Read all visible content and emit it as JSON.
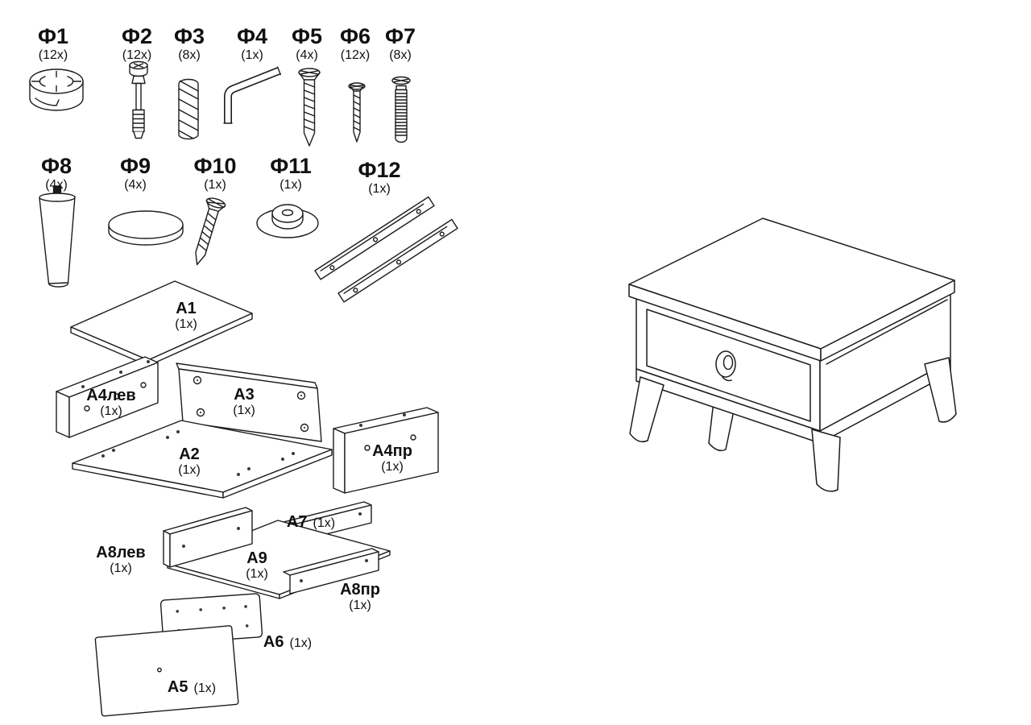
{
  "hardware": [
    {
      "code": "Ф1",
      "qty": "(12x)",
      "icon": "cam-lock-icon"
    },
    {
      "code": "Ф2",
      "qty": "(12x)",
      "icon": "cam-bolt-icon"
    },
    {
      "code": "Ф3",
      "qty": "(8x)",
      "icon": "wood-dowel-icon"
    },
    {
      "code": "Ф4",
      "qty": "(1x)",
      "icon": "hex-key-icon"
    },
    {
      "code": "Ф5",
      "qty": "(4x)",
      "icon": "large-screw-icon"
    },
    {
      "code": "Ф6",
      "qty": "(12x)",
      "icon": "small-screw-icon"
    },
    {
      "code": "Ф7",
      "qty": "(8x)",
      "icon": "confirmat-screw-icon"
    },
    {
      "code": "Ф8",
      "qty": "(4x)",
      "icon": "furniture-leg-icon"
    },
    {
      "code": "Ф9",
      "qty": "(4x)",
      "icon": "round-pad-icon"
    },
    {
      "code": "Ф10",
      "qty": "(1x)",
      "icon": "long-screw-icon"
    },
    {
      "code": "Ф11",
      "qty": "(1x)",
      "icon": "knob-handle-icon"
    },
    {
      "code": "Ф12",
      "qty": "(1x)",
      "icon": "drawer-slides-icon"
    }
  ],
  "panels": [
    {
      "code": "A1",
      "qty": "(1x)"
    },
    {
      "code": "A4лев",
      "qty": "(1x)"
    },
    {
      "code": "A3",
      "qty": "(1x)"
    },
    {
      "code": "A2",
      "qty": "(1x)"
    },
    {
      "code": "A4пр",
      "qty": "(1x)"
    },
    {
      "code": "A7",
      "qty": "(1x)"
    },
    {
      "code": "A8лев",
      "qty": "(1x)"
    },
    {
      "code": "A9",
      "qty": "(1x)"
    },
    {
      "code": "A8пр",
      "qty": "(1x)"
    },
    {
      "code": "A6",
      "qty": "(1x)"
    },
    {
      "code": "A5",
      "qty": "(1x)"
    }
  ]
}
